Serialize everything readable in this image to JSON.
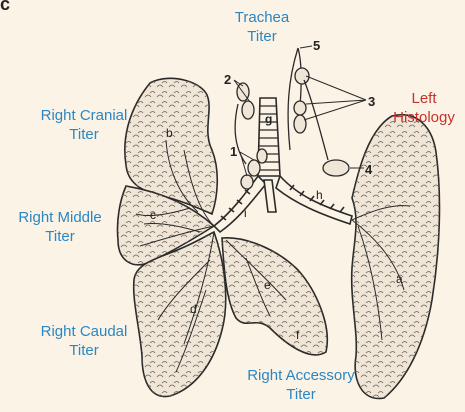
{
  "panel_letter": "c",
  "labels": {
    "trachea": [
      "Trachea",
      "Titer"
    ],
    "left": [
      "Left",
      "Histology"
    ],
    "right_cranial": [
      "Right Cranial",
      "Titer"
    ],
    "right_middle": [
      "Right Middle",
      "Titer"
    ],
    "right_caudal": [
      "Right Caudal",
      "Titer"
    ],
    "right_accessory": [
      "Right Accessory",
      "Titer"
    ]
  },
  "callouts": {
    "n1": "1",
    "n2": "2",
    "n3": "3",
    "n4": "4",
    "n5": "5"
  },
  "lobe_letters": {
    "a": "a",
    "b": "b",
    "c": "c",
    "d": "d",
    "e": "e",
    "f": "f",
    "g": "g",
    "h": "h",
    "i": "i"
  },
  "colors": {
    "background": "#fbf3e6",
    "label_blue": "#2b86c2",
    "label_red": "#c8322b",
    "lung_fill": "#f0e6d8",
    "ink": "#2a2a2a"
  }
}
